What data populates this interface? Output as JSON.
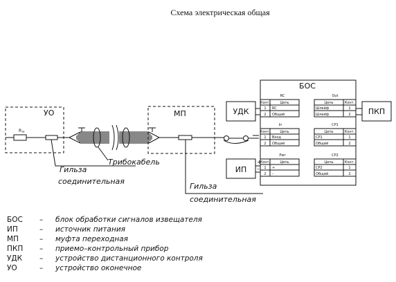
{
  "title": "Схема электрическая общая",
  "blocks": {
    "uo": "УО",
    "mp": "МП",
    "bos": "БОС",
    "udk": "УДК",
    "pkp": "ПКП",
    "ip": "ИП",
    "resistor": "R",
    "resistor_sub": "н"
  },
  "tables": {
    "rc": {
      "title": "RC",
      "headers": [
        "Конт.",
        "Цепь"
      ],
      "rows": [
        [
          "1",
          "RC"
        ],
        [
          "2",
          "Общий"
        ]
      ]
    },
    "out": {
      "title": "Out",
      "headers": [
        "Цепь",
        "Конт."
      ],
      "rows": [
        [
          "Шлейф",
          "1"
        ],
        [
          "Шлейф",
          "2"
        ]
      ]
    },
    "in": {
      "title": "In",
      "headers": [
        "Конт.",
        "Цепь"
      ],
      "rows": [
        [
          "1",
          "Вход"
        ],
        [
          "2",
          "Общий"
        ]
      ]
    },
    "cp1": {
      "title": "CP1",
      "headers": [
        "Цепь",
        "Конт."
      ],
      "rows": [
        [
          "CP1",
          "1"
        ],
        [
          "Общий",
          "2"
        ]
      ]
    },
    "pwr": {
      "title": "Pwr",
      "headers": [
        "Конт.",
        "Цепь"
      ],
      "rows": [
        [
          "1",
          "+"
        ],
        [
          "2",
          "–"
        ]
      ]
    },
    "cp2": {
      "title": "CP2",
      "headers": [
        "Цепь",
        "Конт."
      ],
      "rows": [
        [
          "CP2",
          "1"
        ],
        [
          "Общий",
          "2"
        ]
      ]
    }
  },
  "polarity": {
    "plus": "+",
    "minus": "–"
  },
  "labels": {
    "sleeve_left_1": "Гильза",
    "sleeve_left_2": "соединительная",
    "tribocable": "Трибокабель",
    "sleeve_right_1": "Гильза",
    "sleeve_right_2": "соединительная"
  },
  "legend": [
    {
      "abbr": "БОС",
      "dash": "–",
      "desc": "блок обработки сигналов извещателя"
    },
    {
      "abbr": "ИП",
      "dash": "–",
      "desc": "источник питания"
    },
    {
      "abbr": "МП",
      "dash": "–",
      "desc": "муфта переходная"
    },
    {
      "abbr": "ПКП",
      "dash": "–",
      "desc": "приемо–контрольный прибор"
    },
    {
      "abbr": "УДК",
      "dash": "–",
      "desc": "устройство дистанционного контроля"
    },
    {
      "abbr": "УО",
      "dash": "–",
      "desc": "устройство оконечное"
    }
  ]
}
